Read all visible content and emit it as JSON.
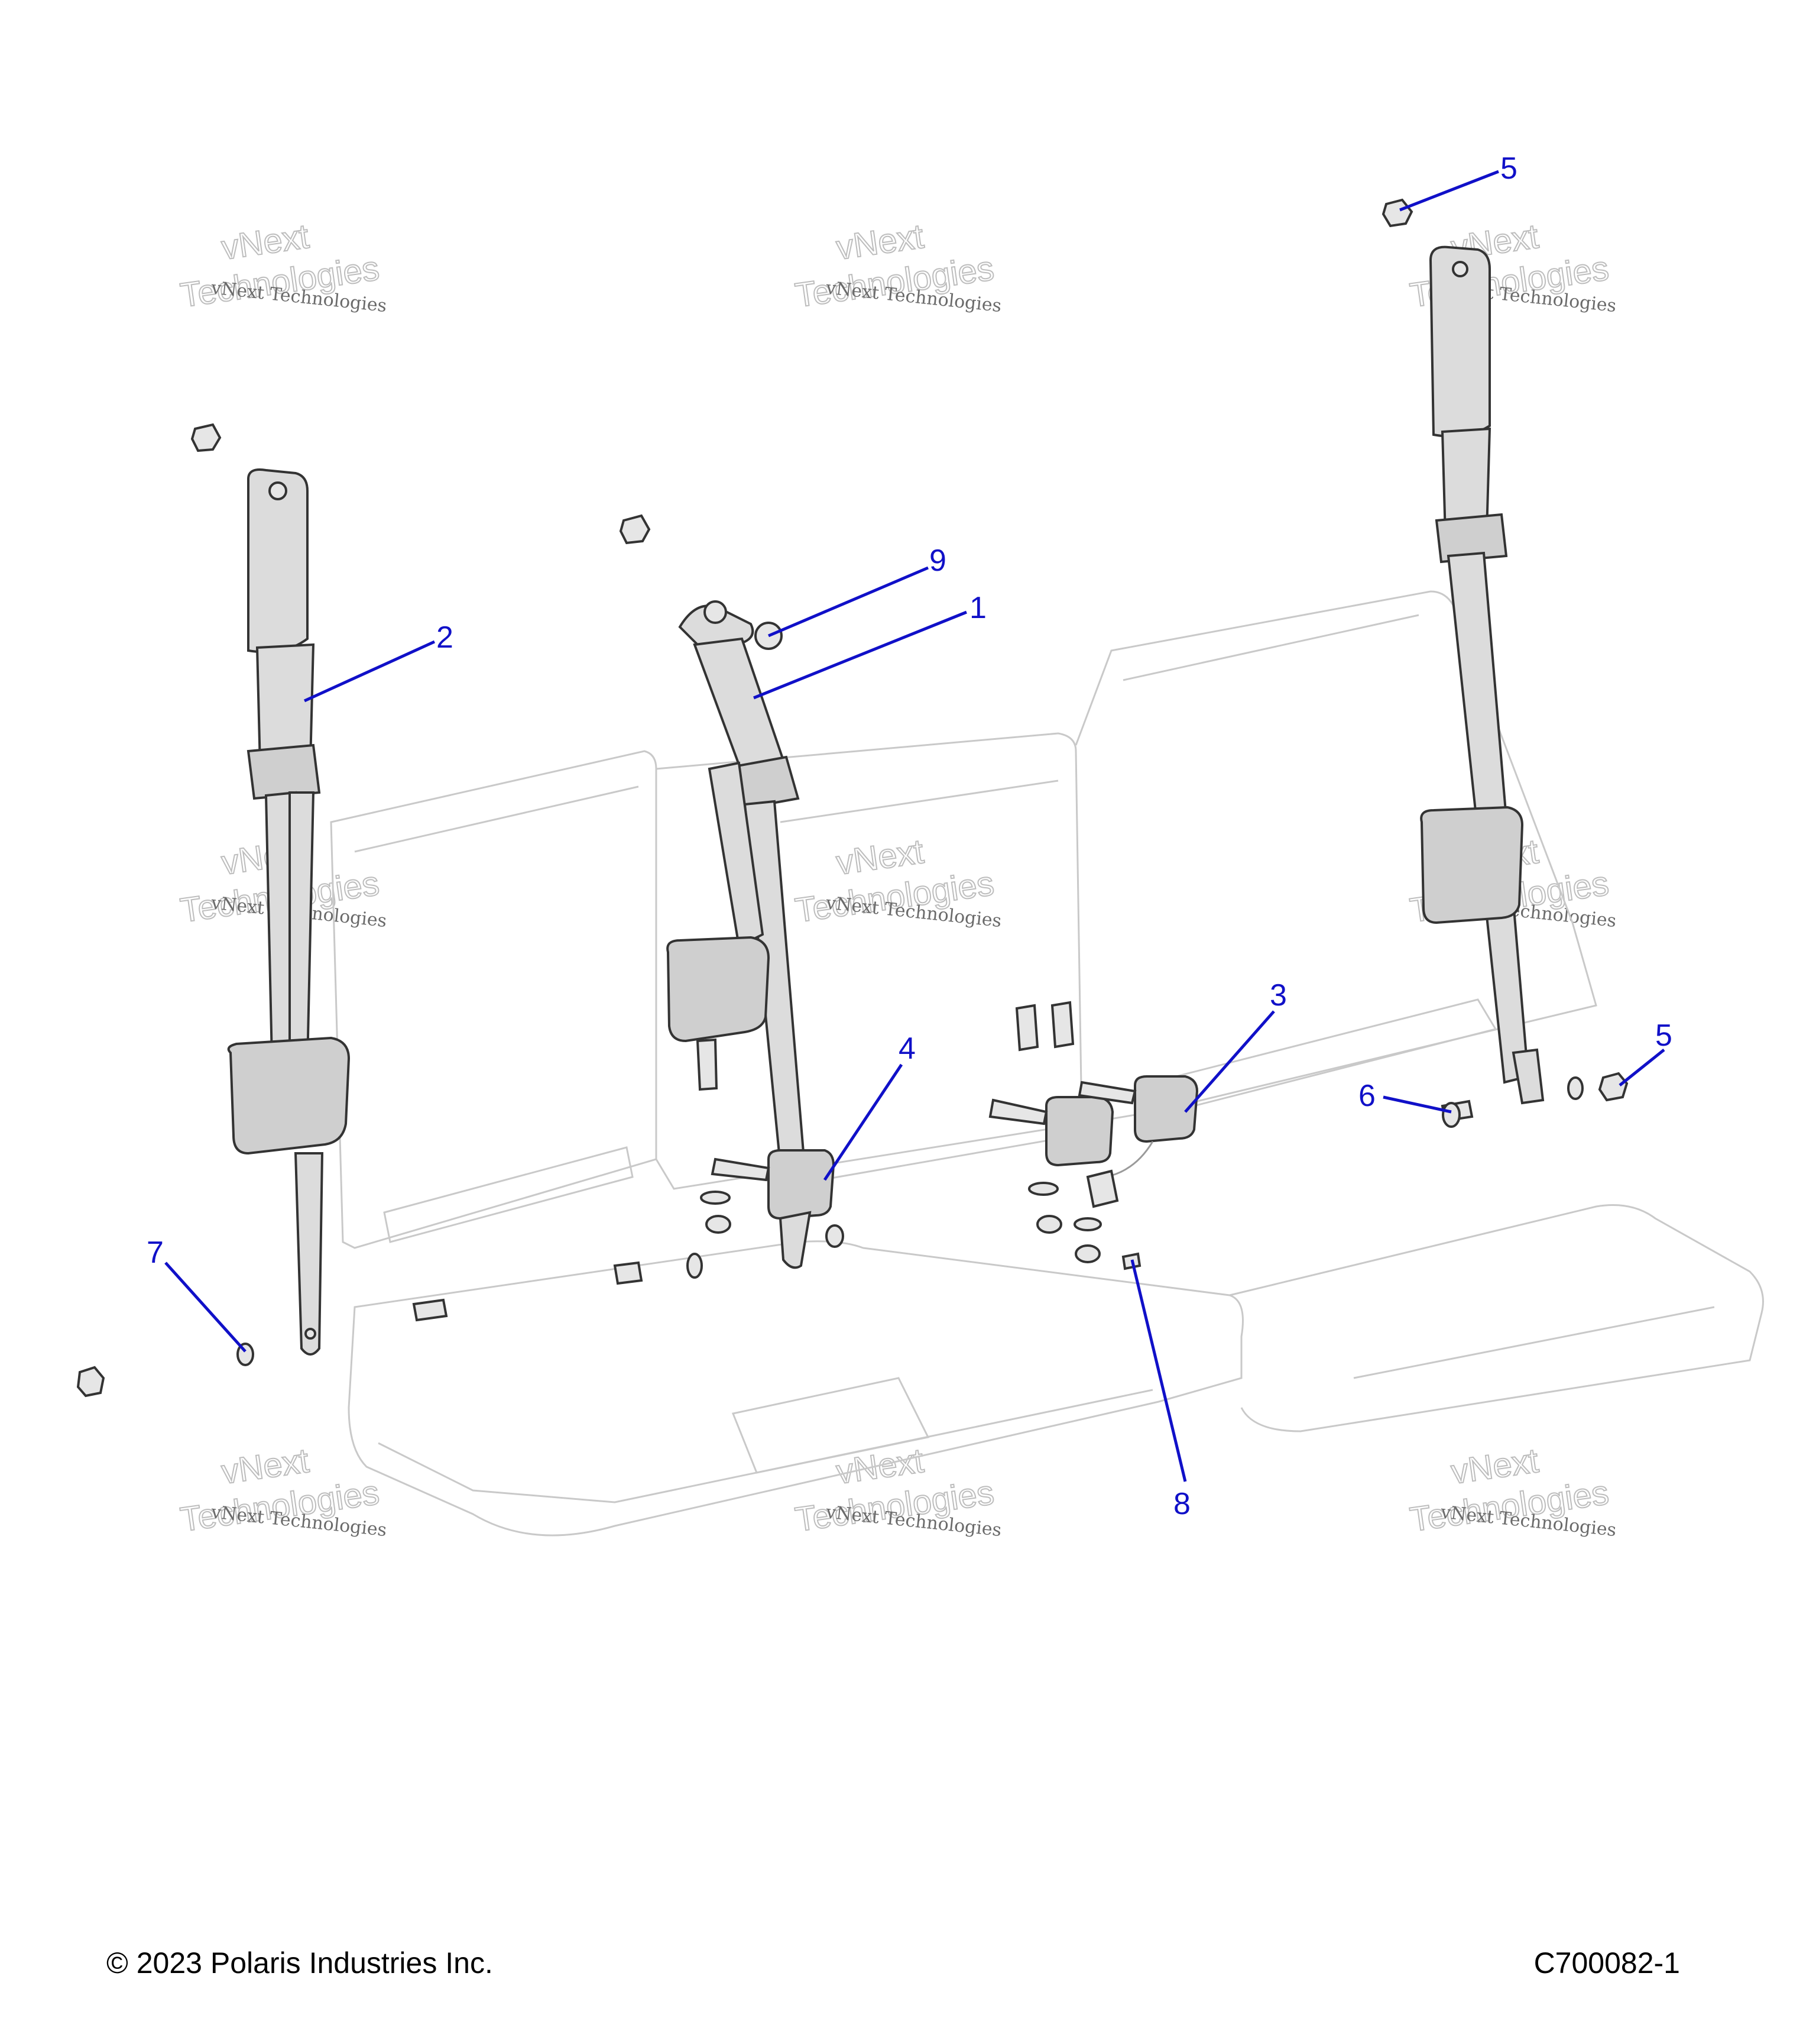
{
  "callouts": [
    {
      "label": "1"
    },
    {
      "label": "2"
    },
    {
      "label": "3"
    },
    {
      "label": "4"
    },
    {
      "label": "5"
    },
    {
      "label": "5"
    },
    {
      "label": "6"
    },
    {
      "label": "7"
    },
    {
      "label": "8"
    },
    {
      "label": "9"
    }
  ],
  "watermark": {
    "line_small": "vNext Technologies",
    "line_large_1": "vNext",
    "line_large_2": "Technologies"
  },
  "footer": {
    "copyright": "© 2023 Polaris Industries Inc.",
    "drawing_id": "C700082-1"
  },
  "colors": {
    "callout": "#1010c8",
    "outline": "#333333",
    "seat_ghost": "#c9c9c9"
  }
}
